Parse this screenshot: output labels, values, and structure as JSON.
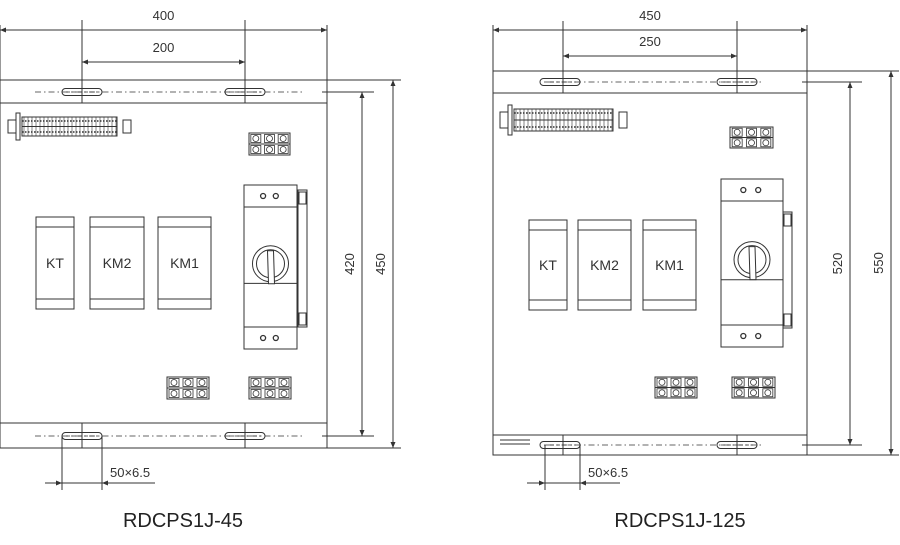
{
  "panels": [
    {
      "model": "RDCPS1J-45",
      "width_dim": "400",
      "hole_spacing_dim": "200",
      "inner_height_dim": "420",
      "height_dim": "450",
      "slot_dim": "50×6.5",
      "components": [
        "KT",
        "KM2",
        "KM1"
      ]
    },
    {
      "model": "RDCPS1J-125",
      "width_dim": "450",
      "hole_spacing_dim": "250",
      "inner_height_dim": "520",
      "height_dim": "550",
      "slot_dim": "50×6.5",
      "components": [
        "KT",
        "KM2",
        "KM1"
      ]
    }
  ],
  "colors": {
    "line": "#333333",
    "text": "#333333"
  }
}
